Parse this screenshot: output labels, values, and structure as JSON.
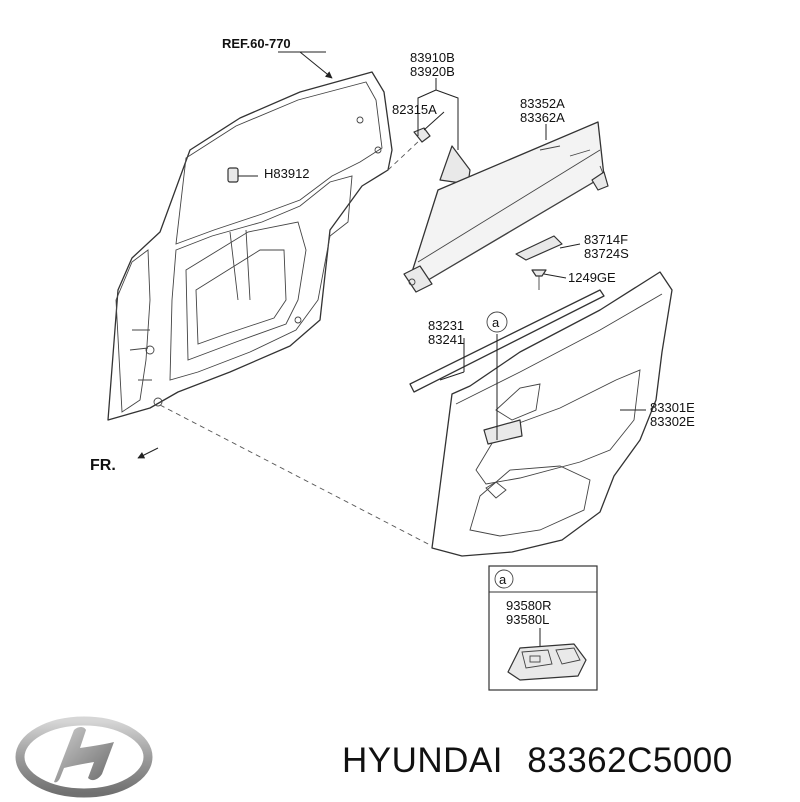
{
  "diagram": {
    "reference": "REF.60-770",
    "front_marker": "FR.",
    "callout_a": "a",
    "parts": {
      "p83910B": "83910B",
      "p83920B": "83920B",
      "p82315A": "82315A",
      "pH83912": "H83912",
      "p83352A": "83352A",
      "p83362A": "83362A",
      "p83714F": "83714F",
      "p83724S": "83724S",
      "p1249GE": "1249GE",
      "p83231": "83231",
      "p83241": "83241",
      "p83301E": "83301E",
      "p83302E": "83302E",
      "p93580R": "93580R",
      "p93580L": "93580L"
    }
  },
  "footer": {
    "brand": "HYUNDAI",
    "part_number": "83362C5000",
    "logo_icon": "hyundai-logo-icon"
  }
}
